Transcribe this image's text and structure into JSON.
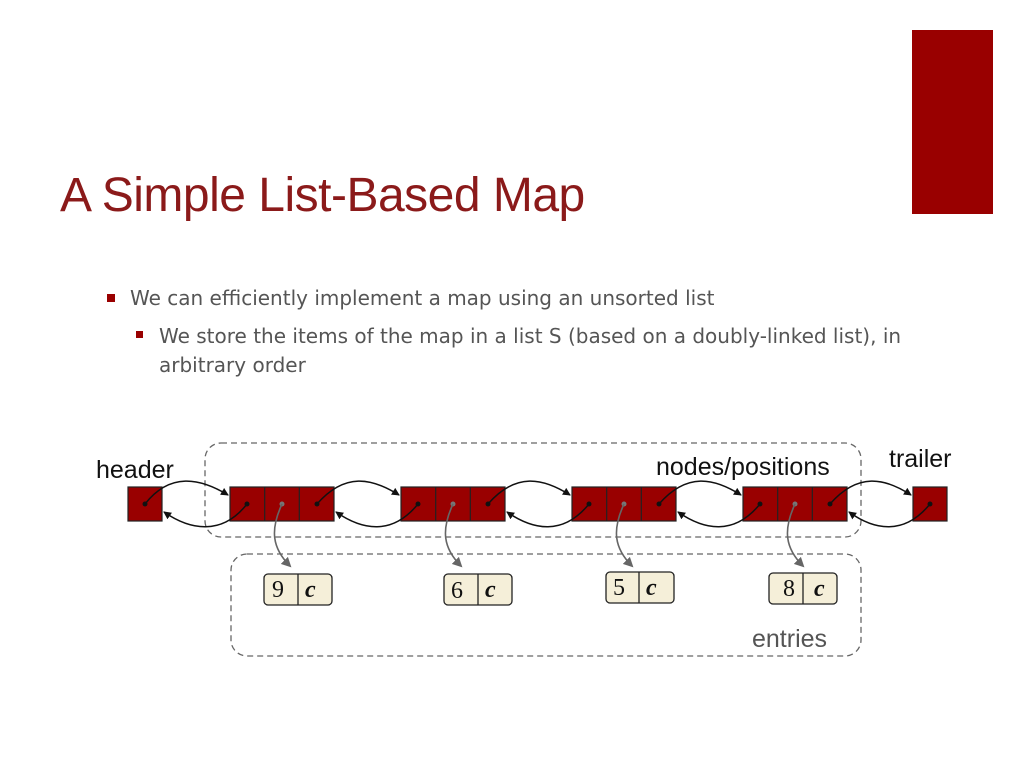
{
  "slide": {
    "title": "A Simple List-Based Map",
    "accent_color": "#990000",
    "bullets": [
      "We can efficiently implement a map using an unsorted list",
      "We store the items of the map in a list S (based on a doubly-linked list), in arbitrary order"
    ]
  },
  "diagram": {
    "labels": {
      "header": "header",
      "trailer": "trailer",
      "nodes": "nodes/positions",
      "entries": "entries"
    },
    "entries": [
      {
        "key": "9",
        "value": "c"
      },
      {
        "key": "6",
        "value": "c"
      },
      {
        "key": "5",
        "value": "c"
      },
      {
        "key": "8",
        "value": "c"
      }
    ],
    "node_color": "#990000",
    "entry_fill": "#f5efd9"
  }
}
